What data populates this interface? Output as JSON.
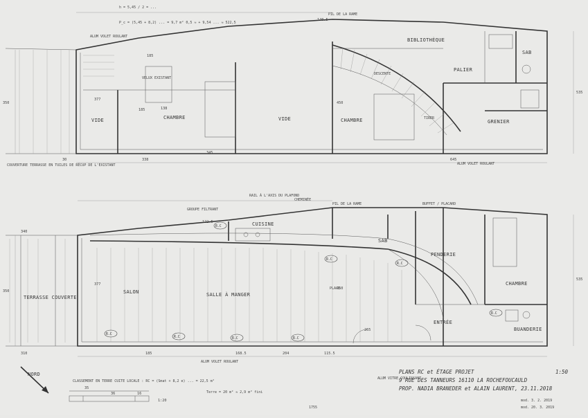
{
  "upper_plan": {
    "rooms": [
      "VIDE",
      "CHAMBRE",
      "VIDE",
      "CHAMBRE",
      "BIBLIOTHÈQUE",
      "PALIER",
      "GRENIER",
      "SAB"
    ],
    "notes": {
      "pil_rame": "PIL DE LA RAME",
      "velux": "VELUX EXISTANT",
      "couverture": "COUVERTURE TERRASSE EN TUILES DE RÉCUP DE L'EXISTANT",
      "alu_volet": "ALUM VOLET ROULANT",
      "alu_volet2": "ALUM VOLET ROULANT",
      "tirer": "TIRER",
      "descente": "DESCENTE"
    },
    "dims": {
      "left_height": "350",
      "right_height": "535",
      "bottom_1": "30",
      "bottom_2": "338",
      "bottom_3": "345",
      "bottom_4": "645",
      "top_1": "140.5",
      "top_2": "185",
      "mid_1": "377",
      "mid_2": "185",
      "mid_3": "138",
      "mid_4": "450"
    },
    "formula_1": "h = 5,45 / 2 = ...",
    "formula_2": "P_c = (5,45 + 8,2) ... = 9,7 m² 0,5 ≈ + 9,54 ... ≈ 522,5"
  },
  "lower_plan": {
    "rooms": [
      "TERRASSE COUVERTE",
      "SALON",
      "SALLE À MANGER",
      "CUISINE",
      "SAB",
      "PENDERIE",
      "ENTRÉE",
      "CHAMBRE",
      "BUANDERIE"
    ],
    "notes": {
      "pil_rame": "PIL DE LA RAME",
      "rail": "RAIL À L'AXIS DU PLAFOND",
      "groupe": "GROUPE FILTRANT",
      "alu_volet": "ALUM VOLET ROULANT",
      "alu_vitre": "ALUM VITRE COULISSANT",
      "cheminee": "CHEMINÉE",
      "placo": "PLACO",
      "buffet": "BUFFET / PLACARD"
    },
    "dims": {
      "left_height": "350",
      "right_height": "535",
      "bottom_1": "310",
      "bottom_2": "185",
      "bottom_3": "168.5",
      "bottom_4": "204",
      "bottom_5": "115.5",
      "top_1": "340",
      "top_2": "122.5",
      "mid_1": "377",
      "mid_2": "450",
      "mid_3": "265"
    },
    "tags": [
      "R.C",
      "R.C",
      "R.C",
      "R.C",
      "R.C",
      "R.C",
      "R.C",
      "R.C"
    ]
  },
  "compass": "NORD",
  "calc_line_1": "CLASSEMENT EN TERRE CUITE LOCALE :  RC = (Smat + 8,2 e) ... = 22,5 m²",
  "calc_line_2": "Terre = 20 m²    ≈ 2,9 m² fini",
  "scale_strip": {
    "dims": [
      "35",
      "36",
      "16"
    ],
    "label": "1:20"
  },
  "sheet_number": "1755",
  "title_block": {
    "line1": "PLANS RC et ÉTAGE PROJET",
    "scale": "1:50",
    "line2": "9 RUE DES TANNEURS 16110 LA ROCHEFOUCAULD",
    "line3": "PROP. NADIA BRANEDER et ALAIN LAURENT, 23.11.2018",
    "date1": "mod. 3. 2. 2019",
    "date2": "mod. 20. 3. 2019"
  }
}
